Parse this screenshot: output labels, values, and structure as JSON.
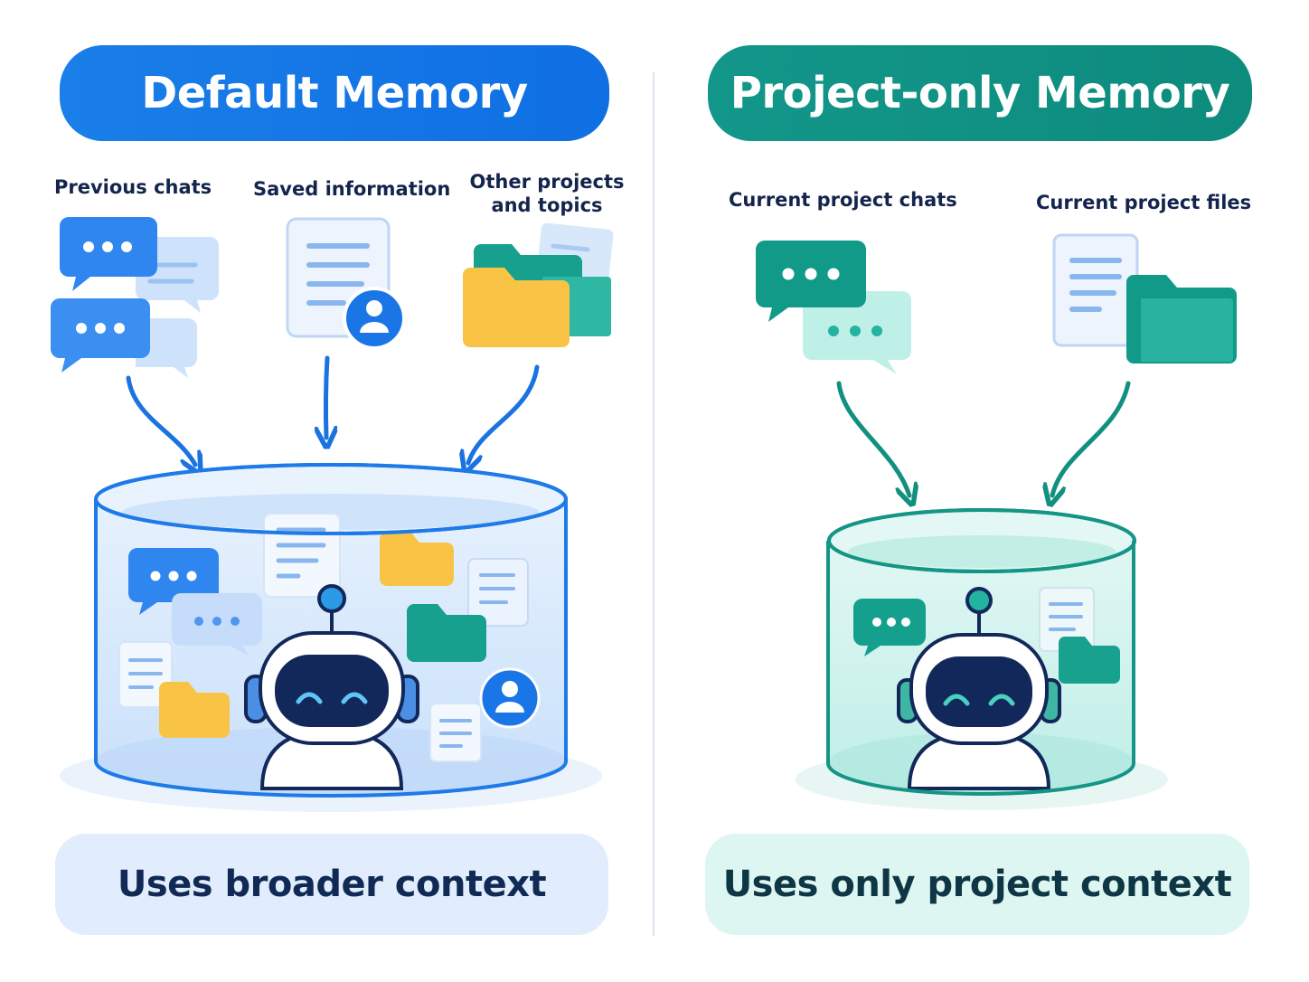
{
  "left_panel": {
    "title": "Default Memory",
    "sources": [
      {
        "label": "Previous chats"
      },
      {
        "label": "Saved information"
      },
      {
        "label_line1": "Other projects",
        "label_line2": "and topics"
      }
    ],
    "footer": "Uses broader context",
    "color": "#1a7fe8"
  },
  "right_panel": {
    "title": "Project-only Memory",
    "sources": [
      {
        "label": "Current project chats"
      },
      {
        "label": "Current project files"
      }
    ],
    "footer": "Uses only project context",
    "color": "#13978a"
  }
}
